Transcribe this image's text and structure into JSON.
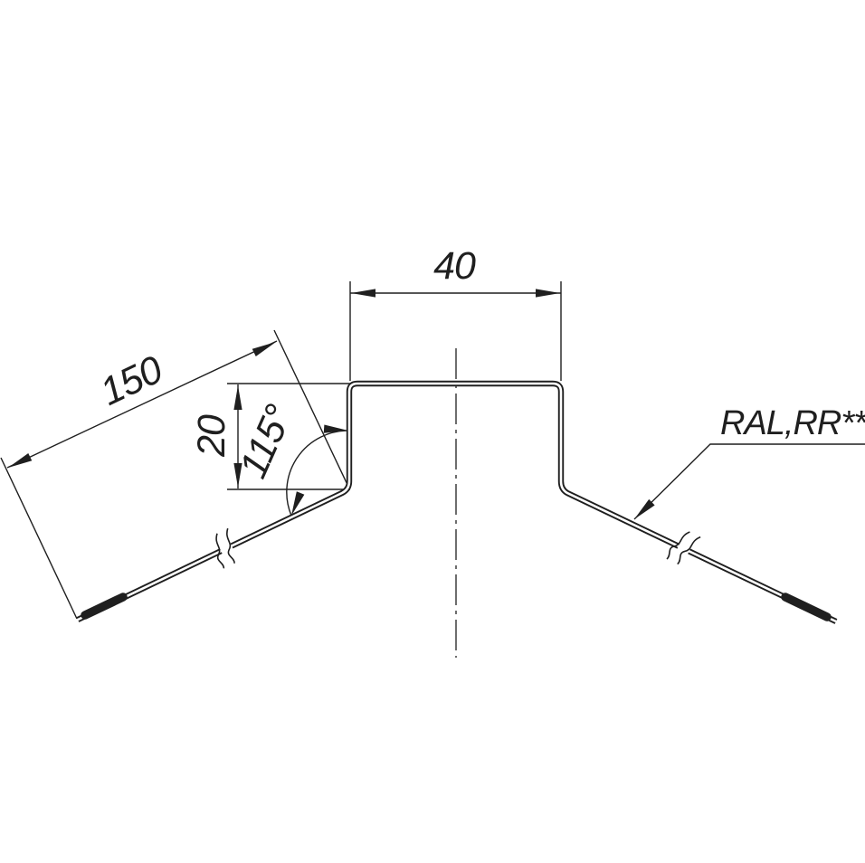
{
  "drawing": {
    "colors": {
      "line": "#1f1f1f",
      "background": "#ffffff"
    },
    "dimensions": {
      "top_width": "40",
      "slope_length": "150",
      "drop_height": "20",
      "bend_angle": "115°"
    },
    "label": {
      "coating_code": "RAL,RR**"
    }
  }
}
